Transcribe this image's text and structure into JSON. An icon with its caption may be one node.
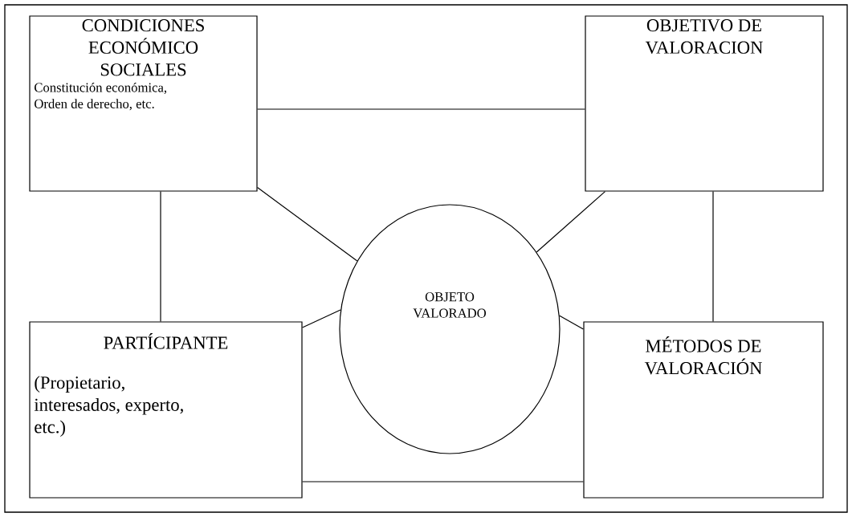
{
  "diagram": {
    "nodes": [
      {
        "text": [
          "CONDICIONES ECONÓMICO SOCIALES",
          "Constitución económica, Orden de derecho, etc."
        ]
      },
      {
        "text": [
          "OBJETIVO DE VALORACION"
        ]
      },
      {
        "text": [
          "OBJETO VALORADO"
        ]
      },
      {
        "text": [
          "PARTÍCIPANTE",
          "(Propietario, interesados, experto, etc.)"
        ]
      },
      {
        "text": [
          "MÉTODOS DE VALORACIÓN"
        ]
      }
    ],
    "edges": [
      {
        "from": 0,
        "to": 1,
        "arrow": "none"
      },
      {
        "from": 0,
        "to": 3,
        "arrow": "none"
      },
      {
        "from": 1,
        "to": 4,
        "arrow": "none"
      },
      {
        "from": 3,
        "to": 4,
        "arrow": "none"
      },
      {
        "from": 0,
        "to": 2,
        "arrow": "none"
      },
      {
        "from": 1,
        "to": 2,
        "arrow": "none"
      },
      {
        "from": 3,
        "to": 2,
        "arrow": "none"
      },
      {
        "from": 4,
        "to": 2,
        "arrow": "none"
      }
    ]
  }
}
